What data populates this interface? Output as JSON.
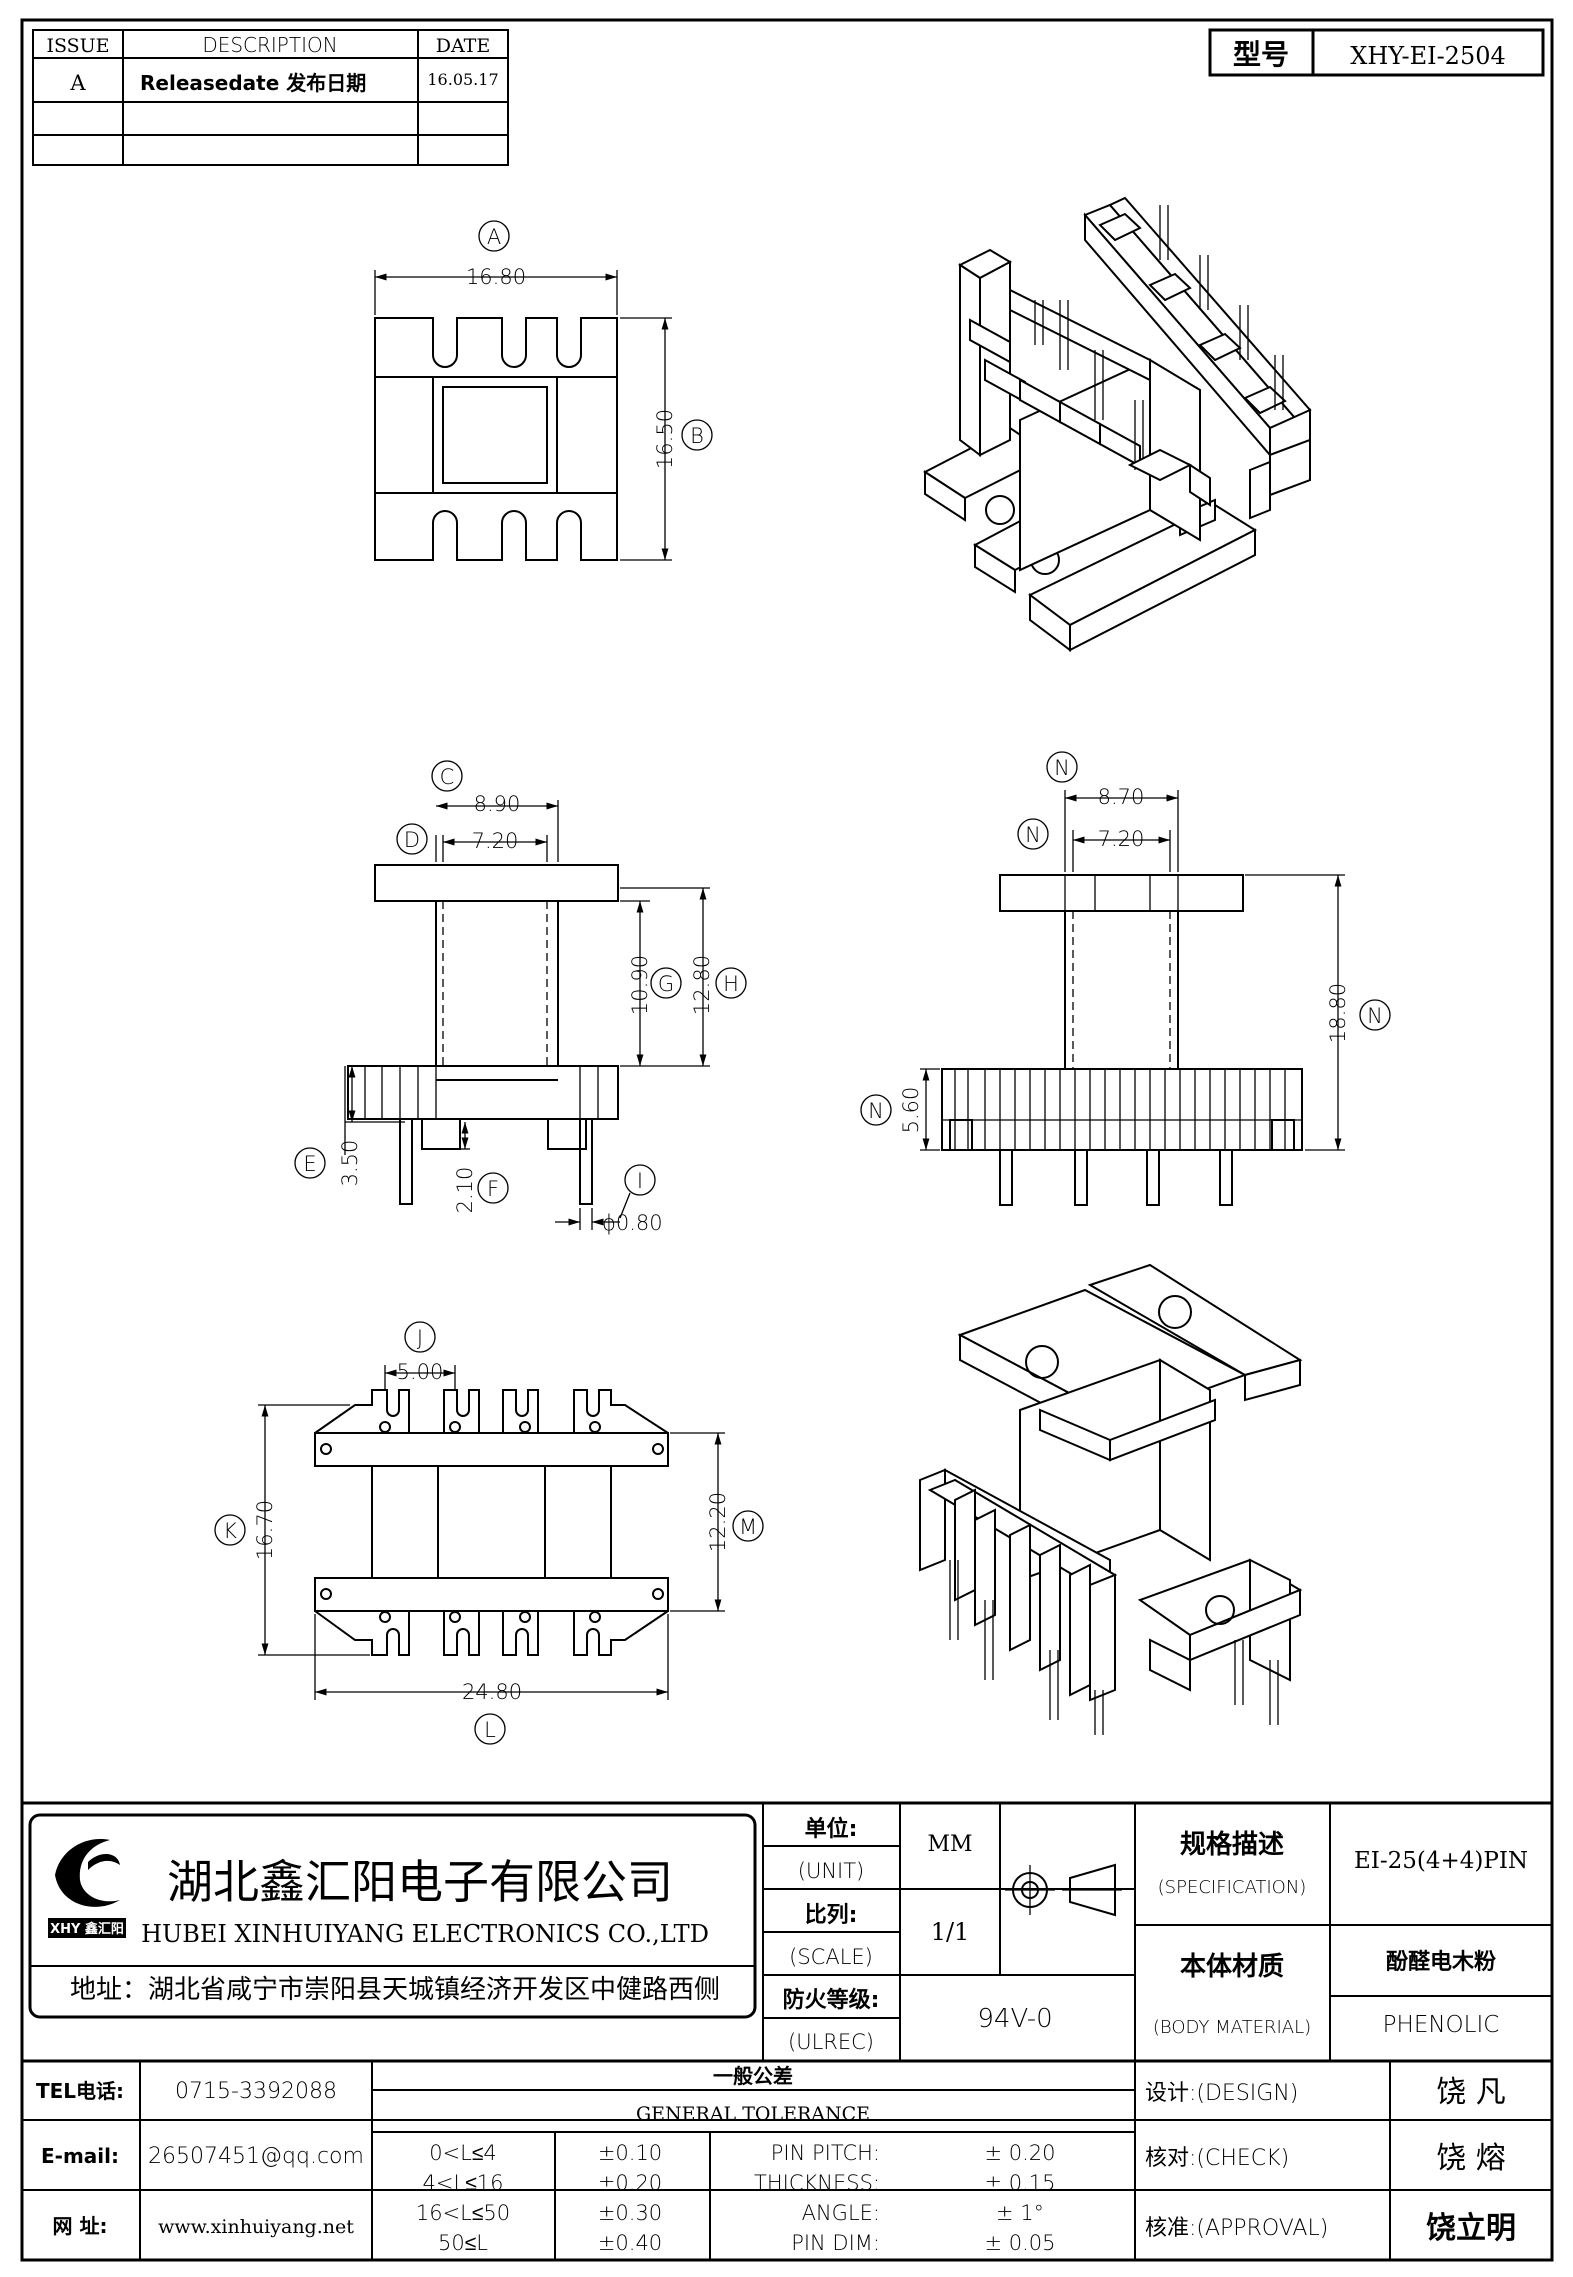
{
  "revision_table": {
    "headers": [
      "ISSUE",
      "DESCRIPTION",
      "DATE"
    ],
    "rows": [
      {
        "issue": "A",
        "description": "Releasedate 发布日期",
        "date": "16.05.17"
      }
    ]
  },
  "model": {
    "label": "型号",
    "value": "XHY-EI-2504"
  },
  "dimensions": {
    "A": "16.80",
    "B": "16.50",
    "C": "8.90",
    "D": "7.20",
    "G": "10.90",
    "H": "12.80",
    "E": "3.50",
    "F": "2.10",
    "I": "ϕ0.80",
    "N1": "8.70",
    "N2": "7.20",
    "N3": "18.80",
    "N4": "5.60",
    "J": "5.00",
    "K": "16.70",
    "M": "12.20",
    "L": "24.80"
  },
  "balloons": {
    "A": "A",
    "B": "B",
    "C": "C",
    "D": "D",
    "E": "E",
    "F": "F",
    "G": "G",
    "H": "H",
    "I": "I",
    "J": "J",
    "K": "K",
    "L": "L",
    "M": "M",
    "N": "N"
  },
  "company": {
    "name_cn": "湖北鑫汇阳电子有限公司",
    "name_en": "HUBEI XINHUIYANG ELECTRONICS CO.,LTD",
    "address": "地址：湖北省咸宁市崇阳县天城镇经济开发区中健路西侧",
    "logo_text": "XHY 鑫汇阳"
  },
  "title_block": {
    "unit_label": "单位:",
    "unit_label_en": "(UNIT)",
    "unit_value": "MM",
    "scale_label": "比列:",
    "scale_label_en": "(SCALE)",
    "scale_value": "1/1",
    "fire_label": "防火等级:",
    "fire_label_en": "(ULREC)",
    "fire_value": "94V-0",
    "spec_label": "规格描述",
    "spec_label_en": "(SPECIFICATION)",
    "spec_value": "EI-25(4+4)PIN",
    "material_label": "本体材质",
    "material_label_en": "(BODY MATERIAL)",
    "material_value_cn": "酚醛电木粉",
    "material_value_en": "PHENOLIC"
  },
  "contact": {
    "tel_label": "TEL电话:",
    "tel": "0715-3392088",
    "email_label": "E-mail:",
    "email": "26507451@qq.com",
    "web_label": "网  址:",
    "web": "www.xinhuiyang.net"
  },
  "tolerance": {
    "title_cn": "一般公差",
    "title_en": "GENERAL TOLERANCE",
    "rows": [
      {
        "range": "0<L≤4",
        "tol": "±0.10",
        "name": "PIN PITCH:",
        "val": "±  0.20"
      },
      {
        "range": "4<L≤16",
        "tol": "±0.20",
        "name": "THICKNESS:",
        "val": "±  0.15"
      },
      {
        "range": "16<L≤50",
        "tol": "±0.30",
        "name": "ANGLE:",
        "val": "±  1°"
      },
      {
        "range": "50≤L",
        "tol": "±0.40",
        "name": "PIN DIM:",
        "val": "±  0.05"
      }
    ]
  },
  "approvals": [
    {
      "label": "设计:(DESIGN)",
      "name": "饶  凡"
    },
    {
      "label": "核对:(CHECK)",
      "name": "饶  熔"
    },
    {
      "label": "核准:(APPROVAL)",
      "name": "饶立明"
    }
  ]
}
